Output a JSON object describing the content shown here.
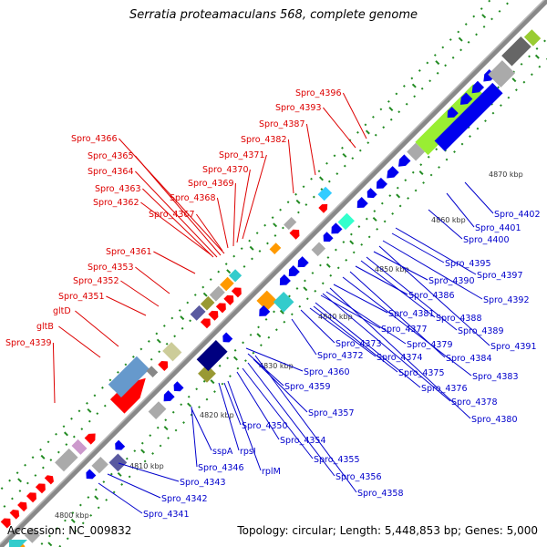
{
  "title": "Serratia proteamaculans 568, complete genome",
  "footer": {
    "accession": "Accession: NC_009832",
    "summary": "Topology: circular; Length: 5,448,853 bp; Genes: 5,000"
  },
  "kbp_labels": [
    "4800 kbp",
    "4810 kbp",
    "4820 kbp",
    "4830 kbp",
    "4840 kbp",
    "4850 kbp",
    "4860 kbp",
    "4870 kbp"
  ],
  "forward_genes": [
    "Spro_4339",
    "gltB",
    "gltD",
    "Spro_4351",
    "Spro_4352",
    "Spro_4353",
    "Spro_4361",
    "Spro_4362",
    "Spro_4363",
    "Spro_4364",
    "Spro_4365",
    "Spro_4366",
    "Spro_4367",
    "Spro_4368",
    "Spro_4369",
    "Spro_4370",
    "Spro_4371",
    "Spro_4382",
    "Spro_4387",
    "Spro_4393",
    "Spro_4396"
  ],
  "reverse_genes_lower": [
    "Spro_4341",
    "Spro_4342",
    "Spro_4343",
    "Spro_4346",
    "sspA",
    "rpsI",
    "rplM",
    "Spro_4350",
    "Spro_4354",
    "Spro_4355",
    "Spro_4356",
    "Spro_4357",
    "Spro_4358",
    "Spro_4359",
    "Spro_4360"
  ],
  "reverse_genes_upper": [
    "Spro_4372",
    "Spro_4373",
    "Spro_4374",
    "Spro_4375",
    "Spro_4376",
    "Spro_4377",
    "Spro_4378",
    "Spro_4379",
    "Spro_4380",
    "Spro_4381",
    "Spro_4383",
    "Spro_4384",
    "Spro_4386",
    "Spro_4388",
    "Spro_4389",
    "Spro_4390",
    "Spro_4391",
    "Spro_4392",
    "Spro_4395",
    "Spro_4397",
    "Spro_4400",
    "Spro_4401",
    "Spro_4402"
  ],
  "colors": {
    "forward_label": "#dd0000",
    "reverse_label": "#0000cc",
    "forward_gene": "#ff0000",
    "reverse_gene": "#0000ee",
    "backbone": "#888888",
    "tick": "#228b22"
  }
}
